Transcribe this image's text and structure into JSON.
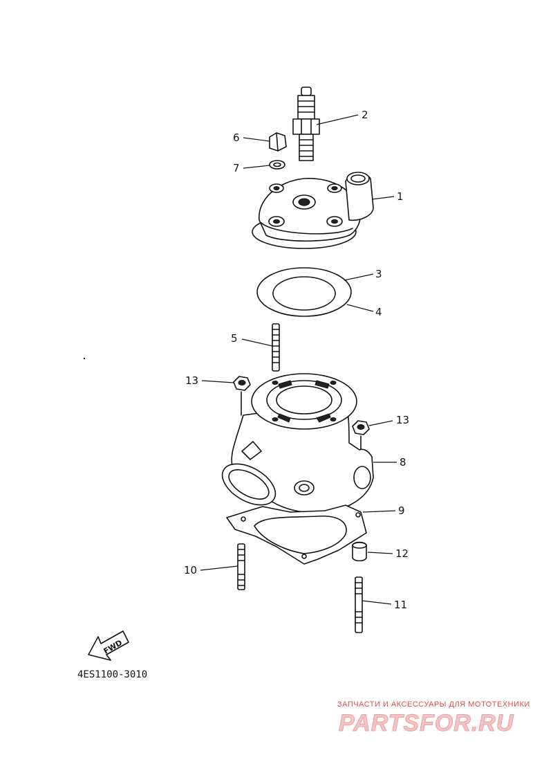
{
  "callouts": {
    "c1": "1",
    "c2": "2",
    "c3": "3",
    "c4": "4",
    "c5": "5",
    "c6": "6",
    "c7": "7",
    "c8": "8",
    "c9": "9",
    "c10": "10",
    "c11": "11",
    "c12": "12",
    "c13a": "13",
    "c13b": "13"
  },
  "parts": [
    "cylinder-head",
    "spark-plug",
    "head-gasket-ring",
    "head-gasket",
    "stud-bolt",
    "cap-nut",
    "washer",
    "cylinder",
    "base-gasket",
    "stud-10",
    "stud-11",
    "dowel-pin",
    "flange-nut"
  ],
  "fwd_label": "FWD",
  "drawing_code": "4ES1100-3010",
  "watermark": {
    "tagline": "ЗАПЧАСТИ И АКСЕССУАРЫ ДЛЯ МОТОТЕХНИКИ",
    "brand": "PARTSFOR.RU",
    "color": "#e24a4a"
  }
}
